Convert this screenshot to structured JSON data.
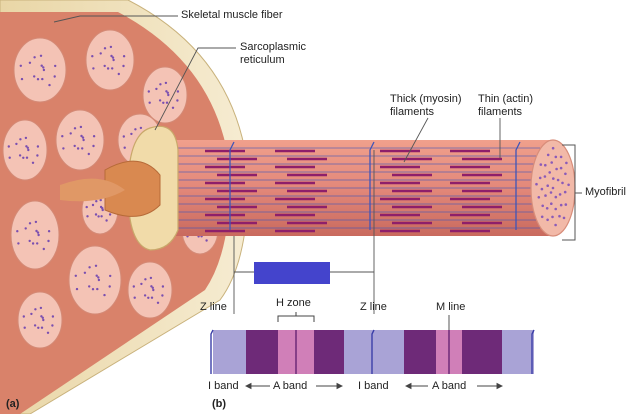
{
  "labels": {
    "skeletal_muscle_fiber": "Skeletal muscle fiber",
    "sarcoplasmic_line1": "Sarcoplasmic",
    "sarcoplasmic_line2": "reticulum",
    "thick_line1": "Thick (myosin)",
    "thick_line2": "filaments",
    "thin_line1": "Thin (actin)",
    "thin_line2": "filaments",
    "myofibril": "Myofibril",
    "z_line_left": "Z line",
    "h_zone": "H zone",
    "z_line_right": "Z line",
    "m_line": "M line",
    "i_band_left": "I band",
    "a_band_left": "A band",
    "i_band_right": "I band",
    "a_band_right": "A band",
    "panel_a": "(a)",
    "panel_b": "(b)"
  },
  "colors": {
    "fiber_tan": "#efe2bf",
    "fiber_edge": "#c9b27c",
    "myofibril_pink": "#e79a86",
    "myofibril_dark": "#c8655a",
    "thick_filament": "#8e1f6a",
    "thin_filament": "#3f55b8",
    "reticulum": "#d87f4c",
    "band_light": "#a9a3d6",
    "band_dark": "#6e2a78",
    "band_mid": "#d07fb8",
    "highlight": "#4444cc"
  }
}
